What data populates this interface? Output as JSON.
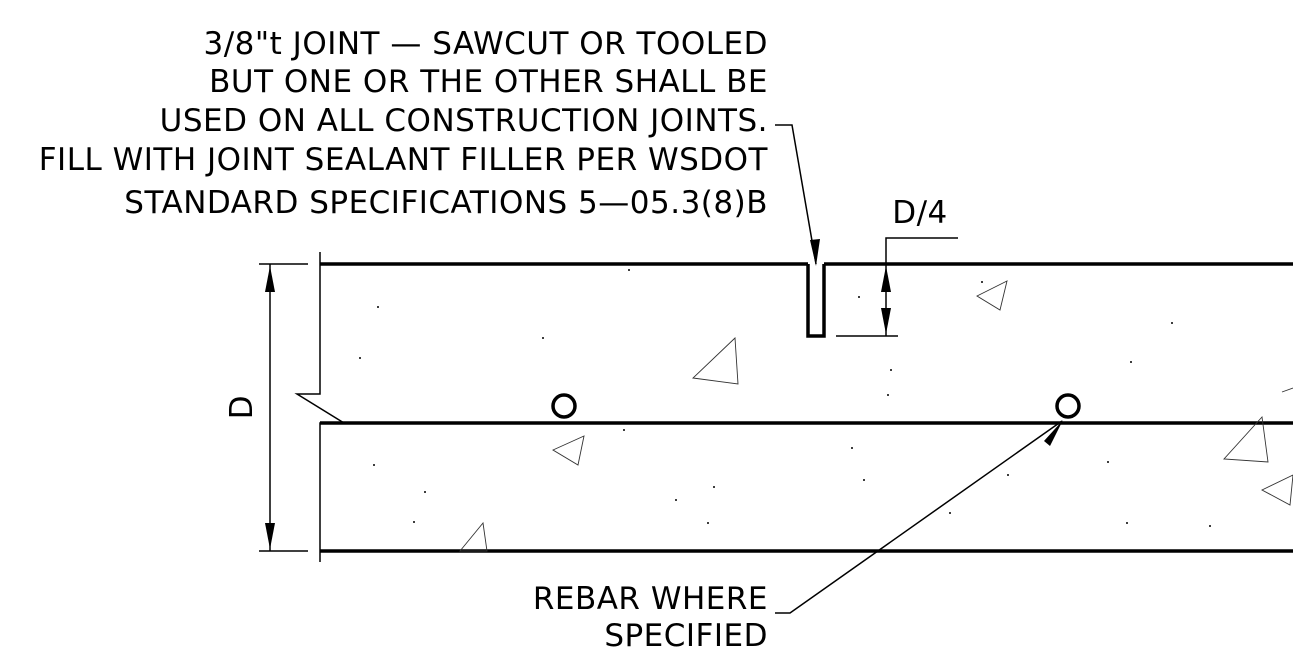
{
  "joint_note": {
    "lines": [
      "3/8\"t JOINT — SAWCUT OR TOOLED",
      "BUT ONE OR THE OTHER SHALL BE",
      "USED ON ALL CONSTRUCTION JOINTS.",
      "FILL WITH JOINT SEALANT FILLER PER WSDOT",
      "STANDARD SPECIFICATIONS 5—05.3(8)B"
    ]
  },
  "dimensions": {
    "joint_depth": "D/4",
    "slab_depth": "D"
  },
  "rebar_note": {
    "lines": [
      "REBAR WHERE",
      "SPECIFIED"
    ]
  }
}
